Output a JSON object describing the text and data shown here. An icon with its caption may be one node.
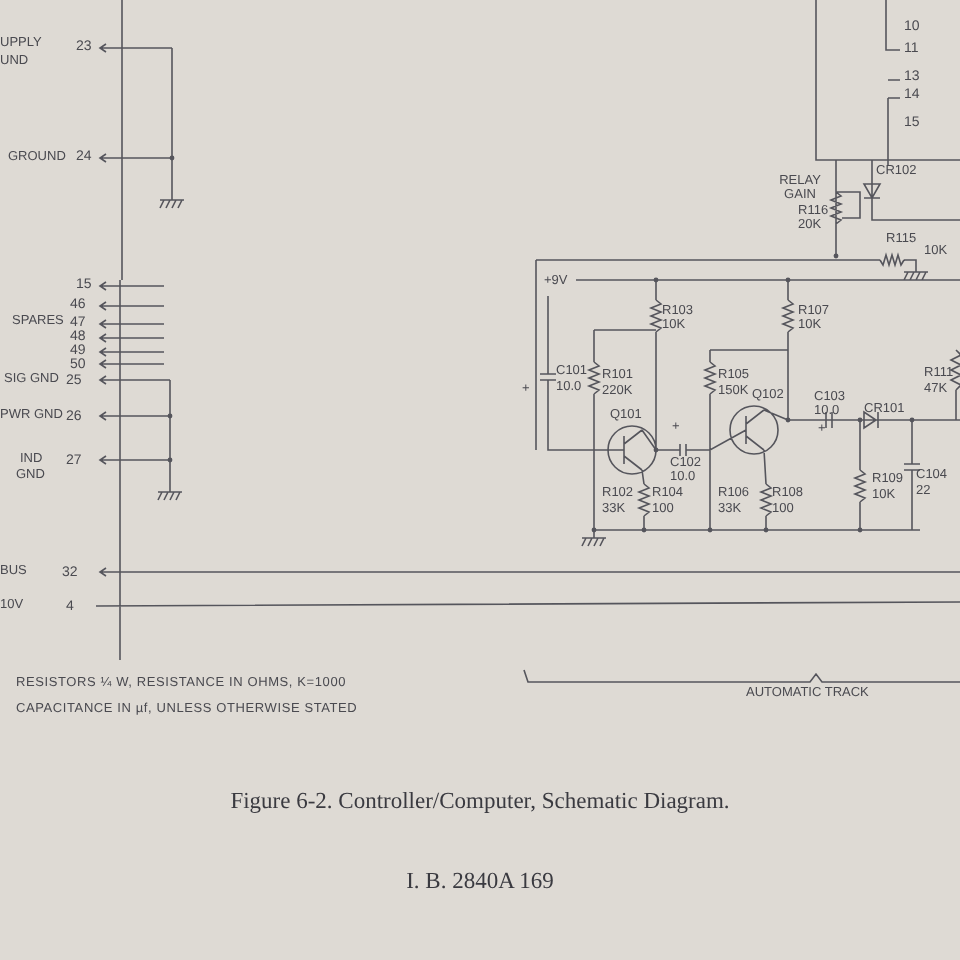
{
  "diagram": {
    "caption": "Figure 6-2. Controller/Computer, Schematic Diagram.",
    "labels": [
      "UPPLY",
      "UND",
      "23",
      "GROUND",
      "24",
      "15",
      "46",
      "SPARES",
      "47",
      "48",
      "49",
      "50",
      "SIG GND",
      "25",
      "PWR GND",
      "26",
      "IND",
      "GND",
      "27",
      "BUS",
      "32",
      "10V",
      "4",
      "10",
      "11",
      "13",
      "14",
      "15",
      "RELAY GAIN",
      "R116",
      "20K",
      "CR102",
      "R115",
      "10K",
      "+9V",
      "R103",
      "10K",
      "R107",
      "10K",
      "C101",
      "10.0",
      "+",
      "R101",
      "220K",
      "R105",
      "150K",
      "Q101",
      "Q102",
      "C103",
      "10.0",
      "+",
      "CR101",
      "R111",
      "47K",
      "C102",
      "10.0",
      "+",
      "R102",
      "33K",
      "R104",
      "100",
      "R106",
      "33K",
      "R108",
      "100",
      "R109",
      "10K",
      "C104",
      "22",
      "RESISTORS ¼ W, RESISTANCE IN OHMS, K=1000",
      "CAPACITANCE IN µf, UNLESS OTHERWISE STATED",
      "AUTOMATIC TRACK",
      "I. B. 2840A 169"
    ]
  }
}
